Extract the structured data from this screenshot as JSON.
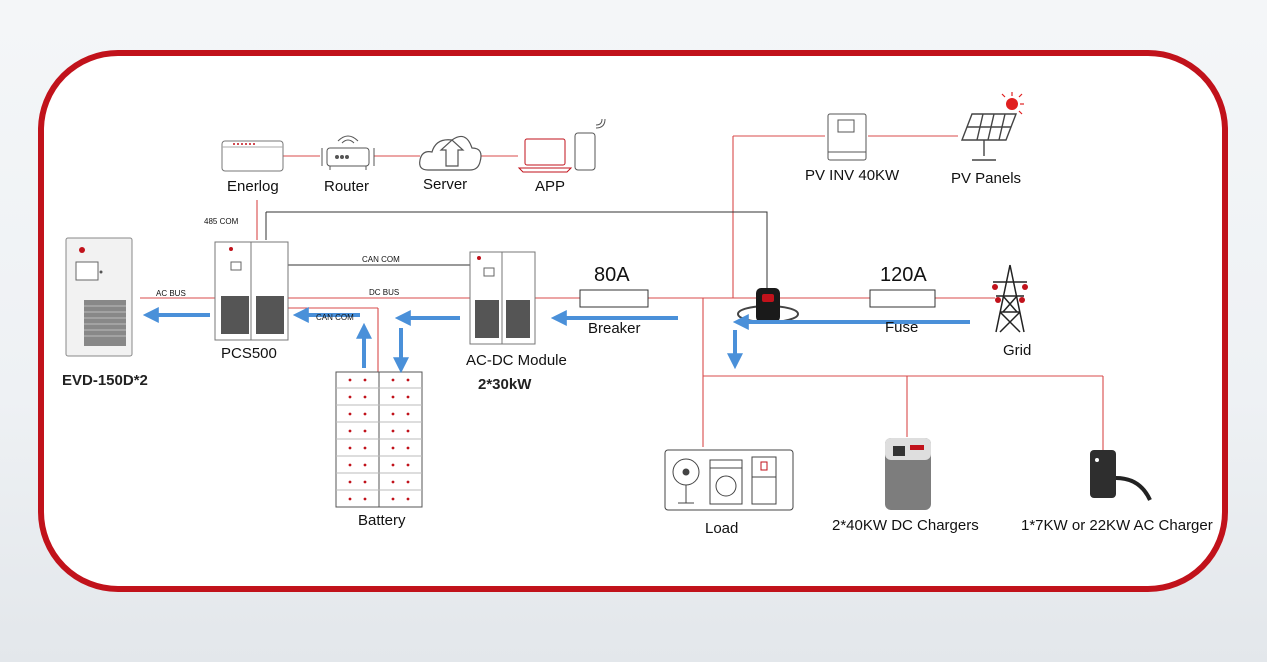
{
  "colors": {
    "frame": "#c1121b",
    "line": "#d84b4b",
    "arrow": "#4a90d9",
    "equipment": "#555555"
  },
  "nodes": {
    "enerlog": "Enerlog",
    "router": "Router",
    "server": "Server",
    "app": "APP",
    "pv_inverter": "PV INV 40KW",
    "pv_panels": "PV Panels",
    "evd": "EVD-150D*2",
    "pcs": "PCS500",
    "acdc_module": "AC-DC Module",
    "acdc_rating": "2*30kW",
    "battery": "Battery",
    "breaker": "Breaker",
    "breaker_rating": "80A",
    "fuse": "Fuse",
    "fuse_rating": "120A",
    "grid": "Grid",
    "load": "Load",
    "dc_chargers": "2*40KW DC Chargers",
    "ac_charger": "1*7KW or 22KW AC Charger"
  },
  "links": {
    "com485": "485 COM",
    "can_com_top": "CAN COM",
    "ac_bus": "AC BUS",
    "dc_bus": "DC BUS",
    "can_com_battery": "CAN COM"
  },
  "icons": [
    "datalogger-icon",
    "router-icon",
    "cloud-upload-icon",
    "laptop-phone-icon",
    "inverter-icon",
    "solar-panel-icon",
    "cabinet-icon",
    "battery-rack-icon",
    "current-clamp-icon",
    "transmission-tower-icon",
    "appliances-icon",
    "dc-charger-icon",
    "ac-charger-icon"
  ]
}
